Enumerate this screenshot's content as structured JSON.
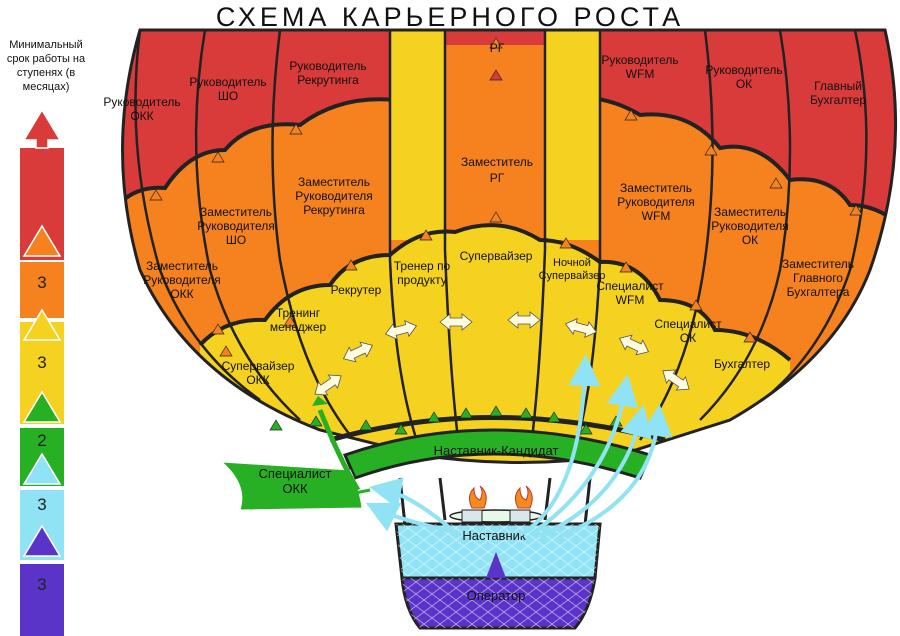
{
  "title": "СХЕМА КАРЬЕРНОГО РОСТА",
  "legend": {
    "caption": "Минимальный срок работы на ступенях (в месяцах)",
    "levels": [
      {
        "color": "#d93a3a",
        "value": ""
      },
      {
        "color": "#f5821f",
        "value": "3"
      },
      {
        "color": "#f5d21f",
        "value": "3"
      },
      {
        "color": "#27b024",
        "value": "2"
      },
      {
        "color": "#8fe3f5",
        "value": "3"
      },
      {
        "color": "#5a34c8",
        "value": "3"
      }
    ]
  },
  "tiers": {
    "red": [
      "Руководитель ОКК",
      "Руководитель ШО",
      "Руководитель Рекрутинга",
      "РГ",
      "Руководитель WFM",
      "Руководитель ОК",
      "Главный Бухгалтер"
    ],
    "orange": [
      "Заместитель Руководителя ОКК",
      "Заместитель Руководителя ШО",
      "Заместитель Руководителя Рекрутинга",
      "Заместитель РГ",
      "Заместитель Руководителя WFM",
      "Заместитель Руководителя ОК",
      "Заместитель Главного Бухгалтера"
    ],
    "yellow": [
      "Супервайзер ОКК",
      "Тренинг менеджер",
      "Рекрутер",
      "Тренер по продукту",
      "Супервайзер",
      "Ночной Супервайзер",
      "Специалист WFM",
      "Специалист ОК",
      "Бухгалтер"
    ]
  },
  "mentor_candidate": "Наставник-Кандидат",
  "specialist_okk": "Специалист ОКК",
  "mentor": "Наставник",
  "operator": "Оператор",
  "colors": {
    "red": "#d93a3a",
    "orange": "#f5821f",
    "yellow": "#f5d21f",
    "green": "#27b024",
    "light_blue": "#8fe3f5",
    "purple": "#5a34c8"
  }
}
